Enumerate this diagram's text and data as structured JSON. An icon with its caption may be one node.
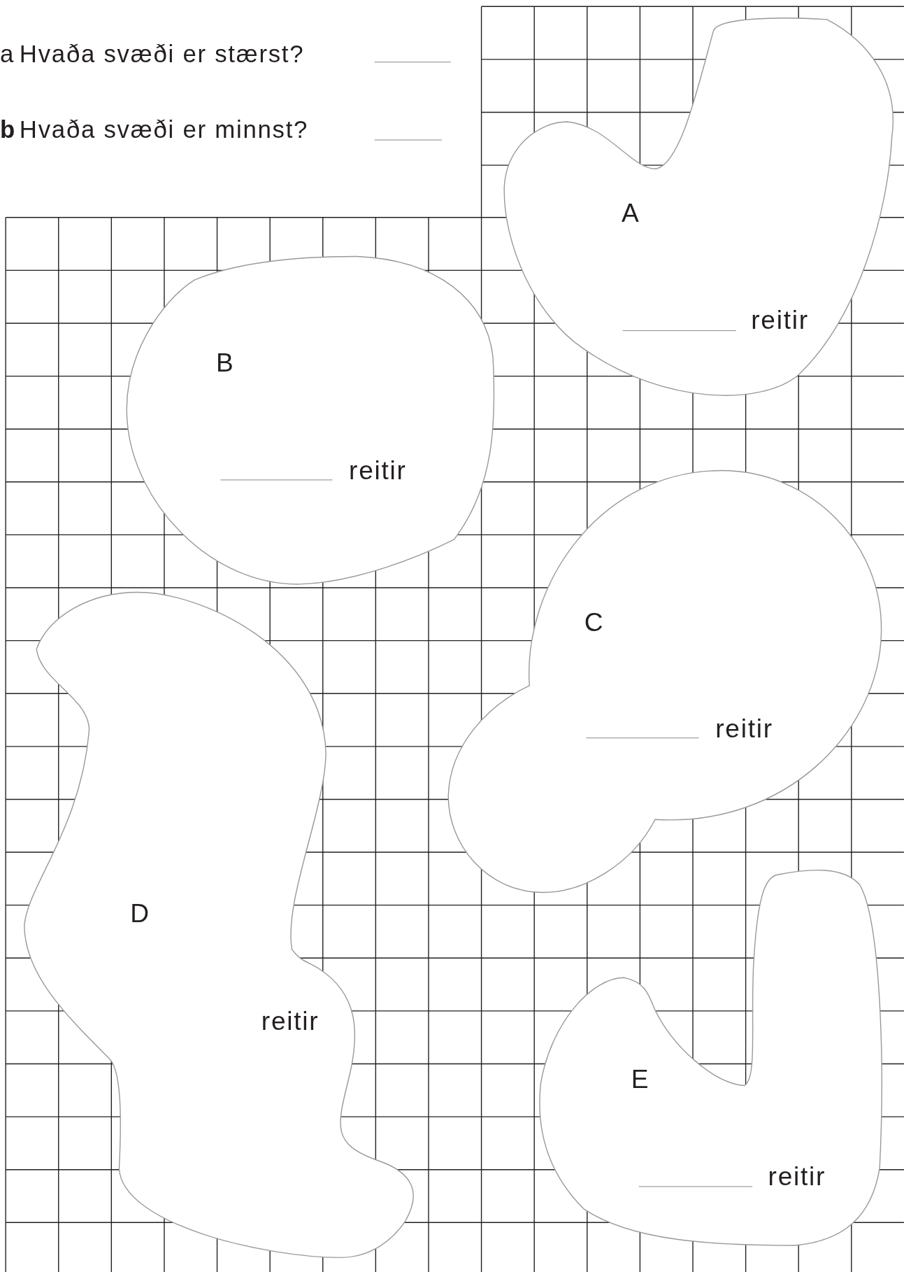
{
  "diagram": {
    "nodes": [
      {
        "text": [
          "A",
          "reitir"
        ]
      },
      {
        "text": [
          "B",
          "reitir"
        ]
      },
      {
        "text": [
          "C",
          "reitir"
        ]
      },
      {
        "text": [
          "D",
          "reitir"
        ]
      },
      {
        "text": [
          "E",
          "reitir"
        ]
      }
    ],
    "labels": [
      "a",
      "Hvaða svæði er stærst?",
      "b",
      "Hvaða svæði er minnst?"
    ]
  }
}
